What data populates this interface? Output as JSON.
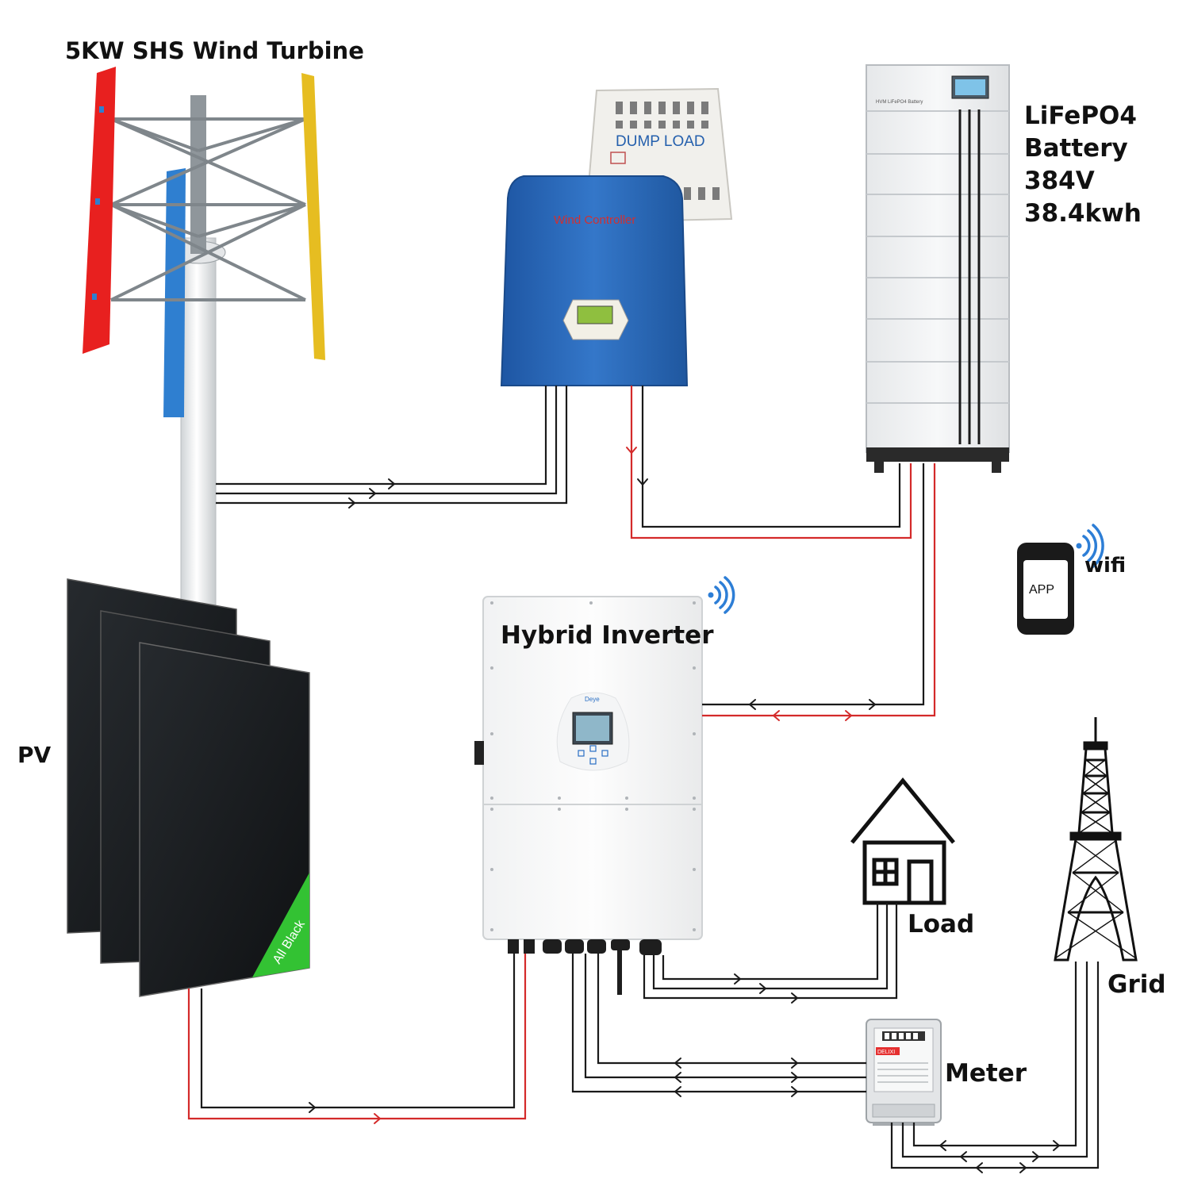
{
  "labels": {
    "wind_turbine": "5KW SHS Wind Turbine",
    "battery_lines": [
      "LiFePO4",
      "Battery",
      "384V",
      "38.4kwh"
    ],
    "wifi": "wifi",
    "app": "APP",
    "hybrid_inverter": "Hybrid Inverter",
    "pv": "PV",
    "load": "Load",
    "grid": "Grid",
    "meter": "Meter"
  },
  "device_text": {
    "dump_load": "DUMP  LOAD",
    "wind_controller": "Wind  Controller",
    "battery_brand": "HVM LiFePO4 Battery",
    "inverter_brand": "Deye",
    "panel_tag": "All Black",
    "meter_brand": "DELIXI"
  },
  "colors": {
    "wire_black": "#1a1a1a",
    "wire_red": "#d42a2a",
    "blade_red": "#e8201f",
    "blade_yellow": "#e6bd21",
    "blade_blue": "#2f7fd0",
    "controller_blue": "#2a66b8",
    "panel_tag_green": "#33c233"
  }
}
